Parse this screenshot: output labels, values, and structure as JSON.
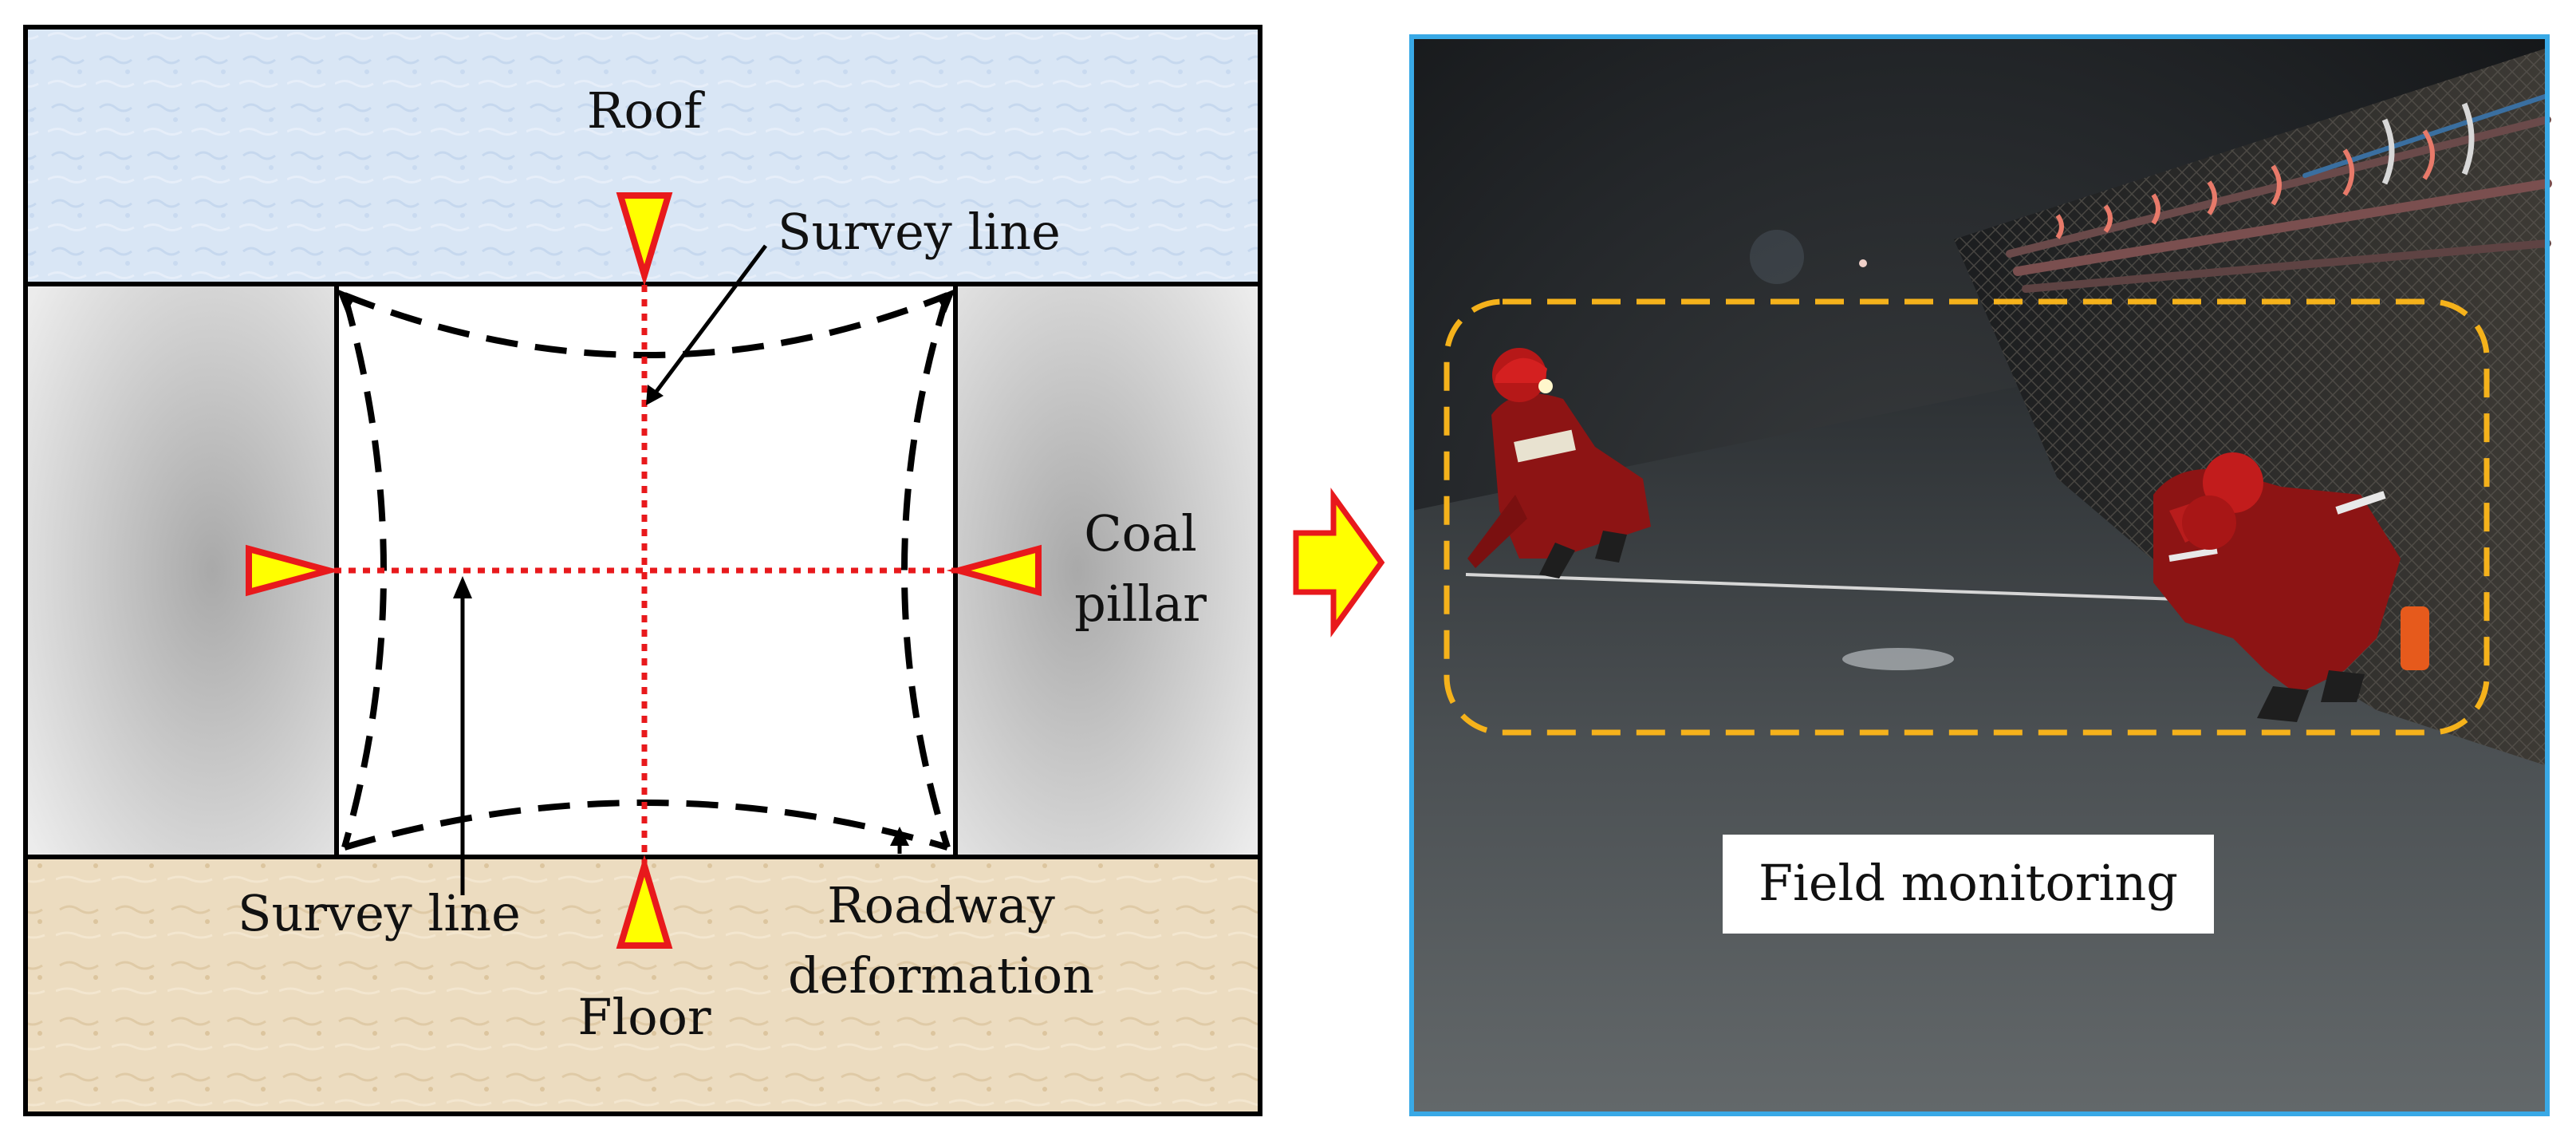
{
  "diagram": {
    "roof_label": "Roof",
    "floor_label": "Floor",
    "pillar_label_line1": "Coal",
    "pillar_label_line2": "pillar",
    "survey_line_label_top": "Survey line",
    "survey_line_label_bottom": "Survey line",
    "deformation_label_line1": "Roadway",
    "deformation_label_line2": "deformation"
  },
  "photo": {
    "caption": "Field monitoring"
  },
  "colors": {
    "roof_fill": "#d9e6f5",
    "floor_fill": "#ecdcc0",
    "pillar_edge": "#ececec",
    "pillar_center": "#a9a9a9",
    "survey_line": "#e8191c",
    "marker_fill": "#ffff00",
    "marker_stroke": "#e8191c",
    "photo_border": "#39a9e6",
    "highlight_box": "#f5b21b"
  }
}
